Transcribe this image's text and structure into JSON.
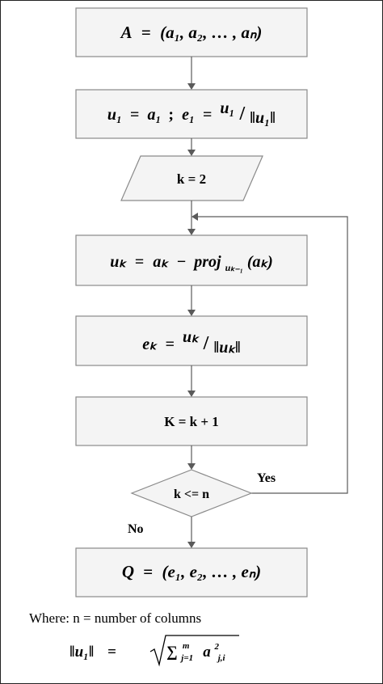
{
  "flowchart": {
    "step_input": {
      "lhs": "A",
      "eq": "=",
      "body": "(a₁, a₂, … , aₙ)"
    },
    "step_init": {
      "lhs": "u₁",
      "eq1": "=",
      "rhs": "a₁",
      "sep": ";",
      "lhs2": "e₁",
      "eq2": "=",
      "num": "u₁",
      "slash": "/",
      "den": "‖u₁‖"
    },
    "step_set_k": {
      "label": "k = 2"
    },
    "step_project": {
      "lhs": "uₖ",
      "eq": "=",
      "a": "aₖ",
      "minus": "−",
      "proj": "proj",
      "sub": "uₖ₋₁",
      "arg": "(aₖ)"
    },
    "step_normalize": {
      "lhs": "eₖ",
      "eq": "=",
      "num": "uₖ",
      "slash": "/",
      "den": "‖uₖ‖"
    },
    "step_increment": {
      "label": "K = k + 1"
    },
    "decision": {
      "label": "k <= n",
      "yes_label": "Yes",
      "no_label": "No"
    },
    "step_output": {
      "lhs": "Q",
      "eq": "=",
      "body": "(e₁, e₂, … , eₙ)"
    }
  },
  "footer": {
    "where_text": "Where: n = number of columns",
    "norm_lhs": "‖u₁‖",
    "norm_eq": "=",
    "sum_symbol": "∑",
    "sum_sub": "j=1",
    "sum_sup": "m",
    "sum_term": "a",
    "term_sup": "2",
    "term_sub": "j,i"
  }
}
